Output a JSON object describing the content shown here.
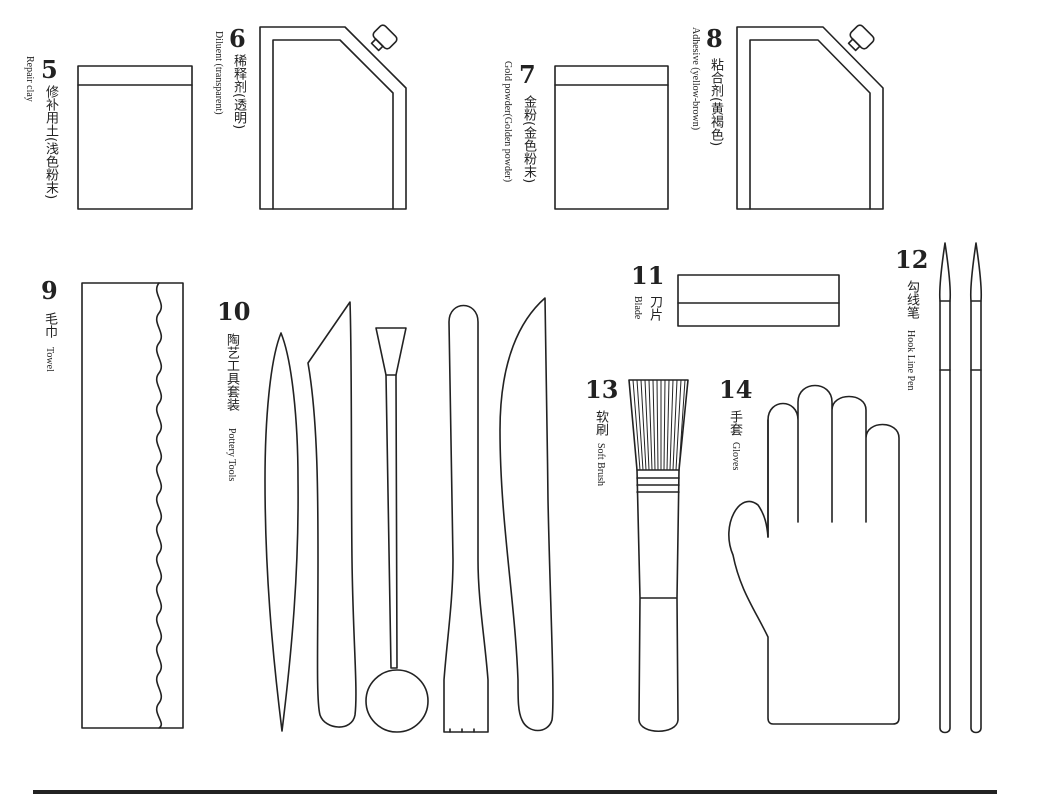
{
  "items": [
    {
      "number": "5",
      "name_zh": "修补用土(浅色粉末)",
      "name_en": "Repair clay"
    },
    {
      "number": "6",
      "name_zh": "稀释剂(透明)",
      "name_en": "Diluent (transparent)"
    },
    {
      "number": "7",
      "name_zh": "金粉(金色粉末)",
      "name_en": "Gold powder(Golden powder)"
    },
    {
      "number": "8",
      "name_zh": "粘合剂(黄褐色)",
      "name_en": "Adhesive (yellow-brown)"
    },
    {
      "number": "9",
      "name_zh": "毛巾",
      "name_en": "Towel"
    },
    {
      "number": "10",
      "name_zh": "陶艺工具套装",
      "name_en": "Pottery Tools"
    },
    {
      "number": "11",
      "name_zh": "刀片",
      "name_en": "Blade"
    },
    {
      "number": "12",
      "name_zh": "勾线笔",
      "name_en": "Hook Line Pen"
    },
    {
      "number": "13",
      "name_zh": "软刷",
      "name_en": "Soft Brush"
    },
    {
      "number": "14",
      "name_zh": "手套",
      "name_en": "Gloves"
    }
  ],
  "colors": {
    "line": "#222222",
    "background": "#ffffff"
  }
}
